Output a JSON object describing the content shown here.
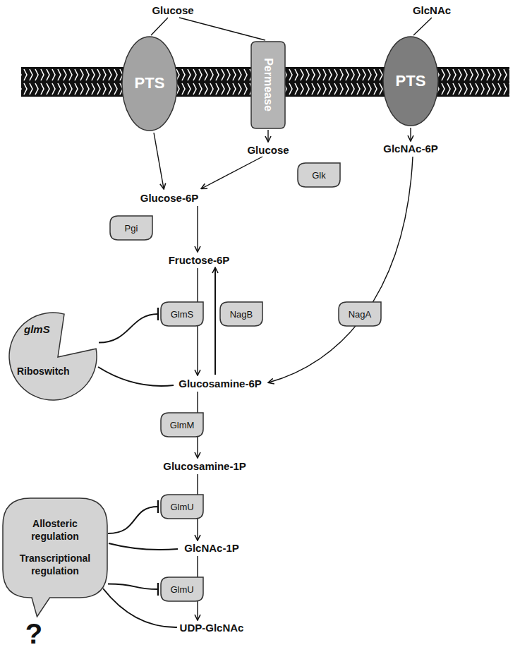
{
  "diagram": {
    "nodes": [
      {
        "text": [
          "PTS"
        ]
      },
      {
        "text": [
          "Permease"
        ]
      },
      {
        "text": [
          "PTS"
        ]
      },
      {
        "text": [
          "Glk"
        ]
      },
      {
        "text": [
          "Pgi"
        ]
      },
      {
        "text": [
          "GlmS"
        ]
      },
      {
        "text": [
          "NagB"
        ]
      },
      {
        "text": [
          "NagA"
        ]
      },
      {
        "text": [
          "glmS",
          "Riboswitch"
        ]
      },
      {
        "text": [
          "GlmM"
        ]
      },
      {
        "text": [
          "GlmU"
        ]
      },
      {
        "text": [
          "Allosteric regulation",
          "Transcriptional regulation"
        ]
      },
      {
        "text": [
          "GlmU"
        ]
      }
    ],
    "edges": [
      {
        "from": 8,
        "to": 5,
        "arrow": "to"
      },
      {
        "from": 11,
        "to": 10,
        "arrow": "to"
      },
      {
        "from": 11,
        "to": 12,
        "arrow": "to"
      }
    ],
    "labels": [
      "Glucose",
      "GlcNAc",
      "Glucose",
      "GlcNAc-6P",
      "Glucose-6P",
      "Fructose-6P",
      "Glucosamine-6P",
      "Glucosamine-1P",
      "GlcNAc-1P",
      "UDP-GlcNAc",
      "?"
    ]
  }
}
